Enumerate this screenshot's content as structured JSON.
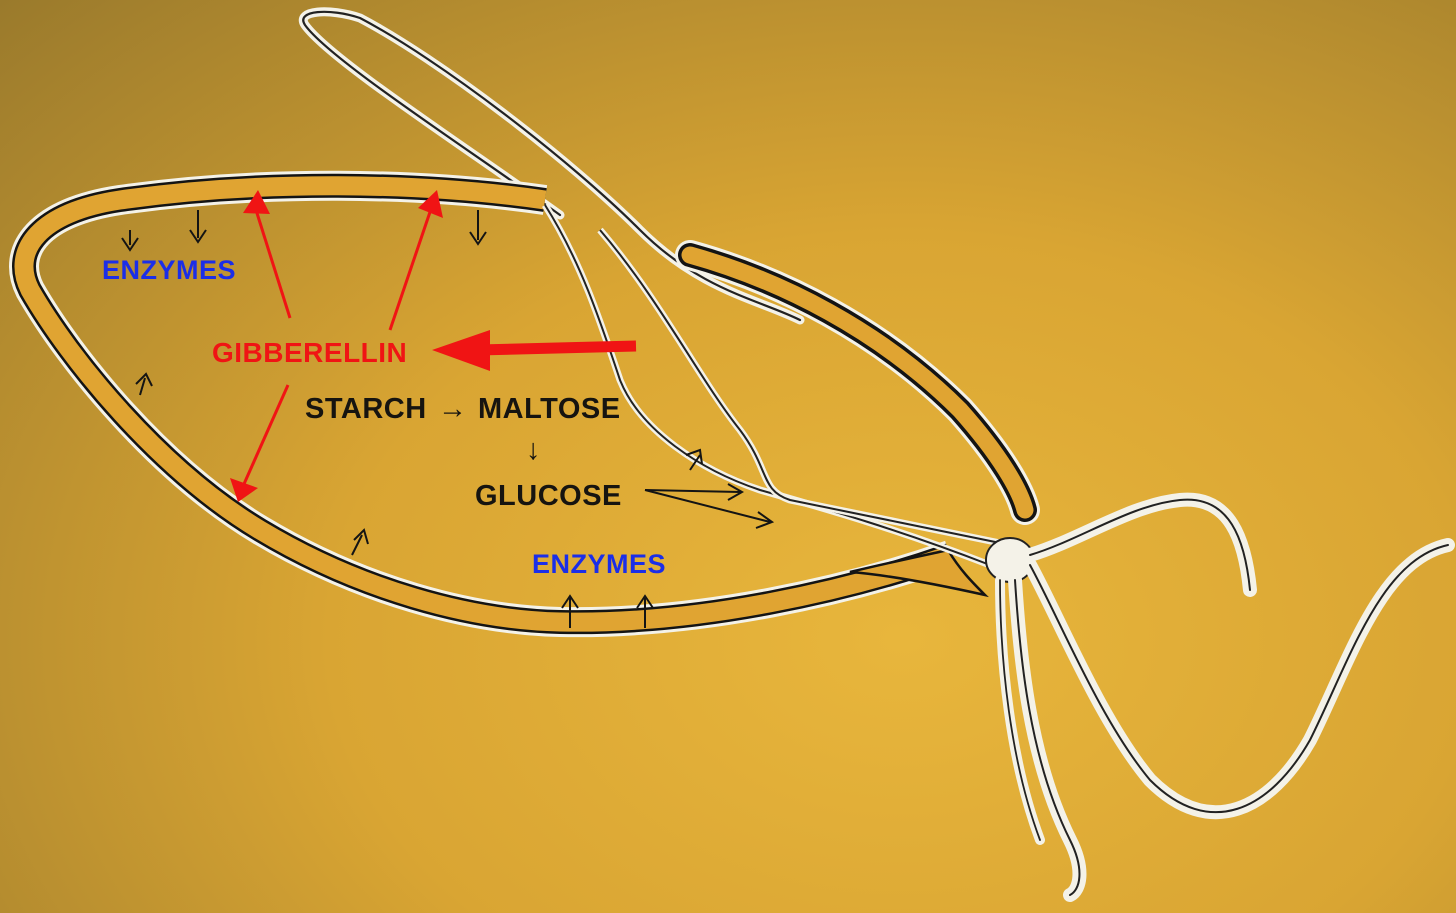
{
  "labels": {
    "enzymes_top": "ENZYMES",
    "gibberellin": "GIBBERELLIN",
    "starch": "STARCH",
    "maltose": "MALTOSE",
    "glucose": "GLUCOSE",
    "enzymes_bottom": "ENZYMES",
    "arrow_right": "→",
    "arrow_down": "↓"
  },
  "colors": {
    "background_light": "#e8b63c",
    "background_dark": "#9a7a2c",
    "aleurone_layer": "#e0a432",
    "outline": "#141414",
    "hormone_red": "#f01414",
    "enzyme_blue": "#1b2ee8",
    "text_black": "#161410"
  }
}
